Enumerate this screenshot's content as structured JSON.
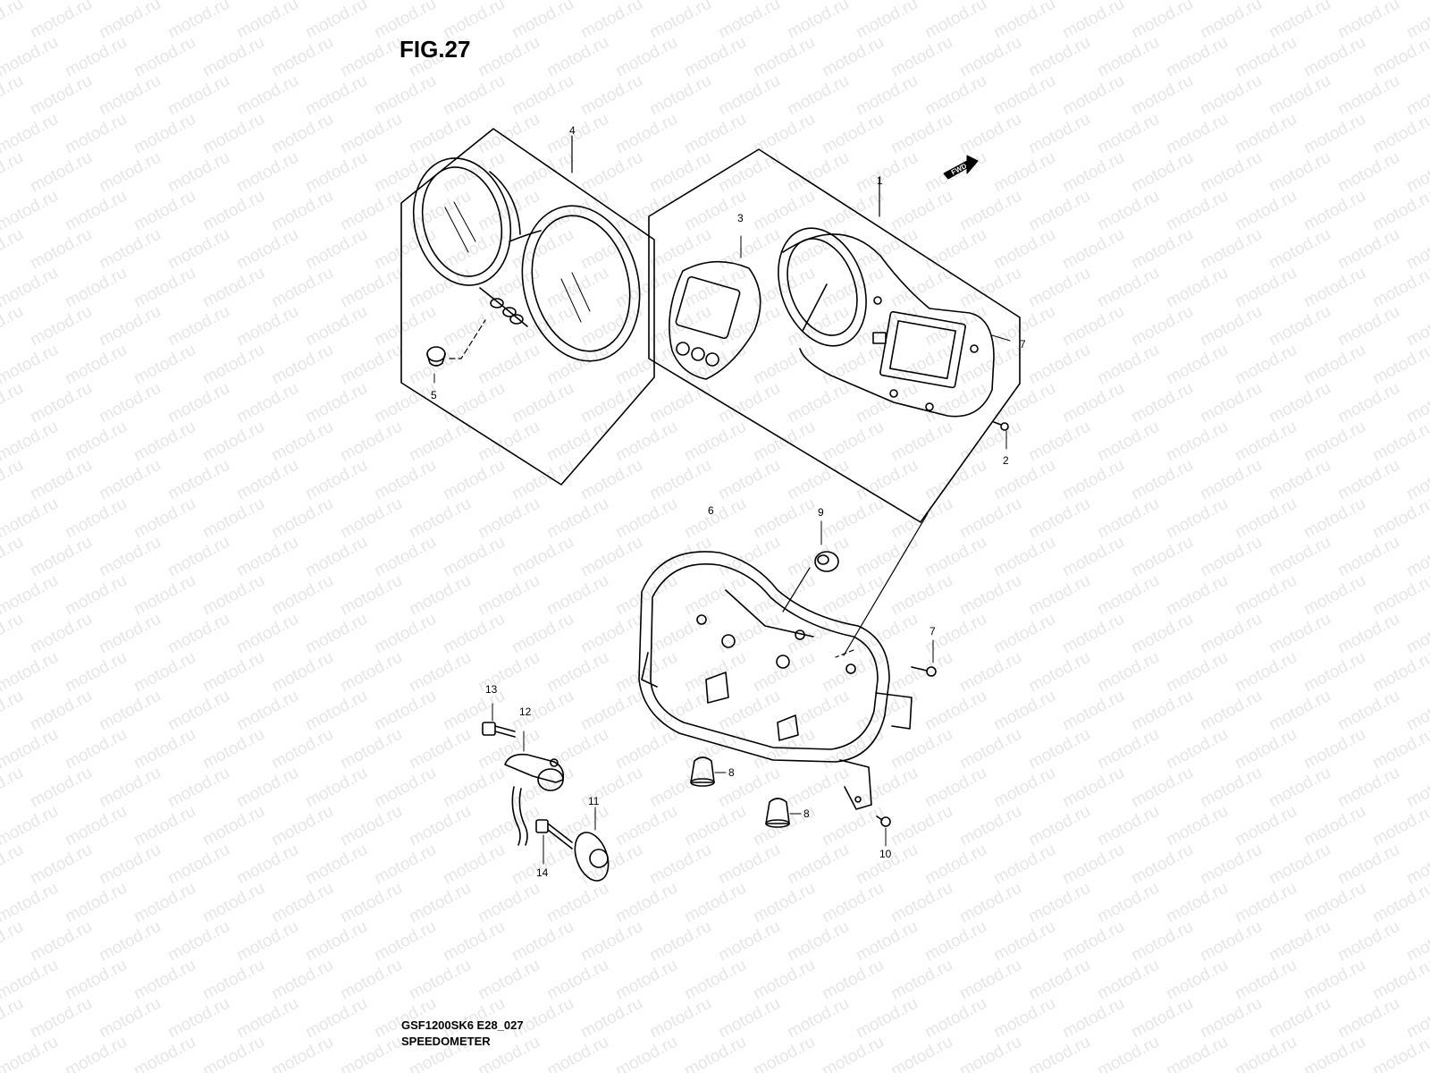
{
  "figure": {
    "title": "FIG.27"
  },
  "footer": {
    "model_code": "GSF1200SK6 E28_027",
    "section_name": "SPEEDOMETER"
  },
  "watermark": "motod.ru",
  "direction_marker": "FWD",
  "callouts": [
    "1",
    "2",
    "3",
    "4",
    "5",
    "6",
    "7",
    "7",
    "8",
    "8",
    "9",
    "10",
    "11",
    "12",
    "13",
    "14"
  ],
  "colors": {
    "line": "#000000",
    "watermark": "#c8c8c8",
    "background": "#ffffff"
  }
}
